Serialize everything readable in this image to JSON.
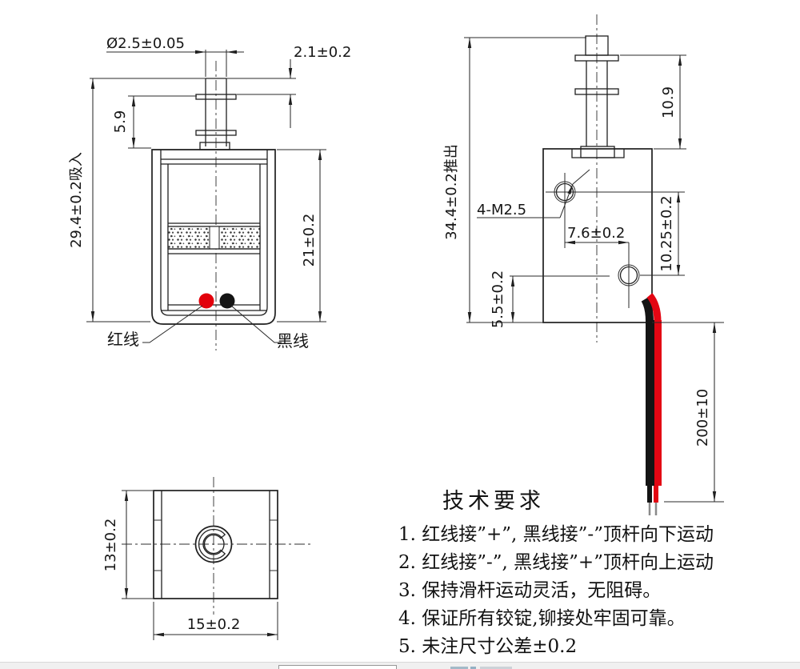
{
  "drawing": {
    "front_view": {
      "dims": {
        "plunger_diameter": "Ø2.5±0.05",
        "tip_to_flange": "2.1±0.2",
        "flange_to_body": "5.9",
        "overall_retracted": "29.4±0.2吸入",
        "body_height": "21±0.2"
      },
      "labels": {
        "red_wire": "红线",
        "black_wire": "黑线"
      },
      "colors": {
        "red_wire_dot": "#e2000b",
        "black_wire_dot": "#141414"
      }
    },
    "side_view": {
      "dims": {
        "overall_extended": "34.4±0.2推出",
        "plunger_exposed": "10.9",
        "mount_holes": "4-M2.5",
        "hole_pitch_x": "7.6±0.2",
        "hole_pitch_y": "10.25±0.2",
        "hole_to_bottom": "5.5±0.2",
        "wire_length": "200±10"
      },
      "colors": {
        "wire_red": "#e30613",
        "wire_black": "#141414"
      }
    },
    "bottom_view": {
      "dims": {
        "depth": "13±0.2",
        "width": "15±0.2"
      }
    }
  },
  "tech": {
    "title": "技术要求",
    "items": [
      "1. 红线接”+”, 黑线接”-”顶杆向下运动",
      "2. 红线接”-”, 黑线接”+”顶杆向上运动",
      "3. 保持滑杆运动灵活，无阻碍。",
      "4. 保证所有铰锭,铆接处牢固可靠。",
      "5. 未注尺寸公差±0.2"
    ]
  }
}
